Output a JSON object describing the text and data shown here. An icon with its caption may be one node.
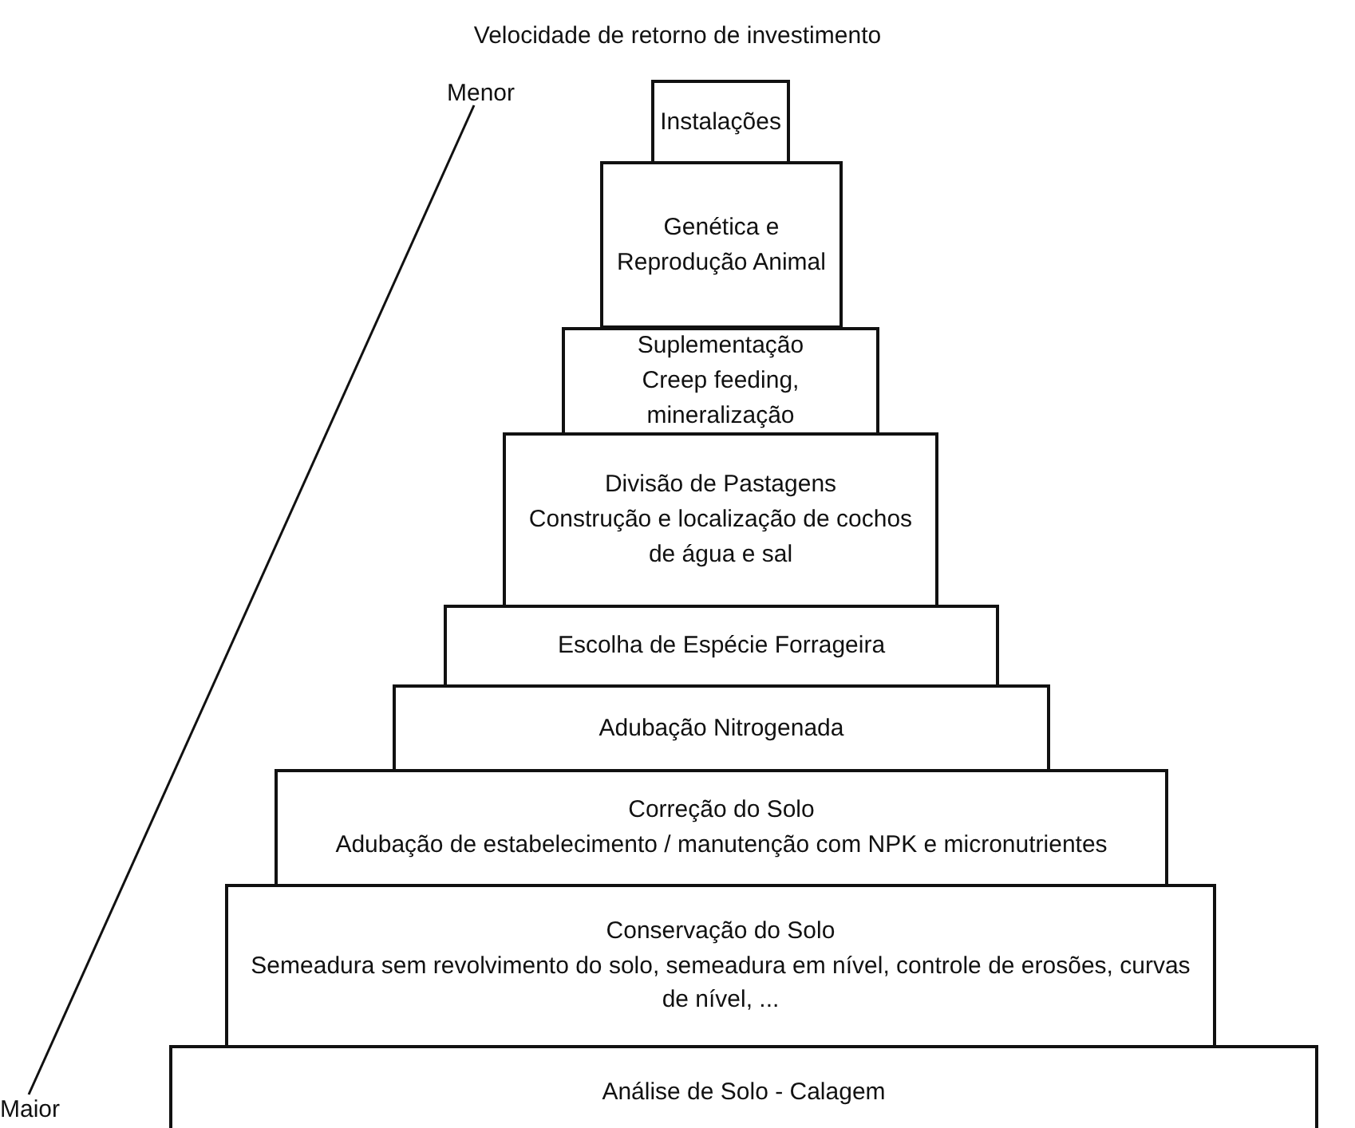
{
  "diagram": {
    "title": "Velocidade de retorno de investimento",
    "nodes": [
      {
        "text": [
          "Instalações"
        ]
      },
      {
        "text": [
          "Genética e Reprodução Animal"
        ]
      },
      {
        "text": [
          "Suplementação",
          "Creep feeding, mineralização"
        ]
      },
      {
        "text": [
          "Divisão de Pastagens",
          "Construção e localização de cochos de água e sal"
        ]
      },
      {
        "text": [
          "Escolha de Espécie Forrageira"
        ]
      },
      {
        "text": [
          "Adubação Nitrogenada"
        ]
      },
      {
        "text": [
          "Correção do Solo",
          "Adubação de estabelecimento / manutenção com NPK e micronutrientes"
        ]
      },
      {
        "text": [
          "Conservação do Solo",
          "Semeadura sem revolvimento do solo, semeadura em nível, controle de erosões, curvas de nível, ..."
        ]
      },
      {
        "text": [
          "Análise de Solo - Calagem"
        ]
      }
    ],
    "edges": [],
    "labels": [
      "Menor",
      "Maior"
    ]
  }
}
